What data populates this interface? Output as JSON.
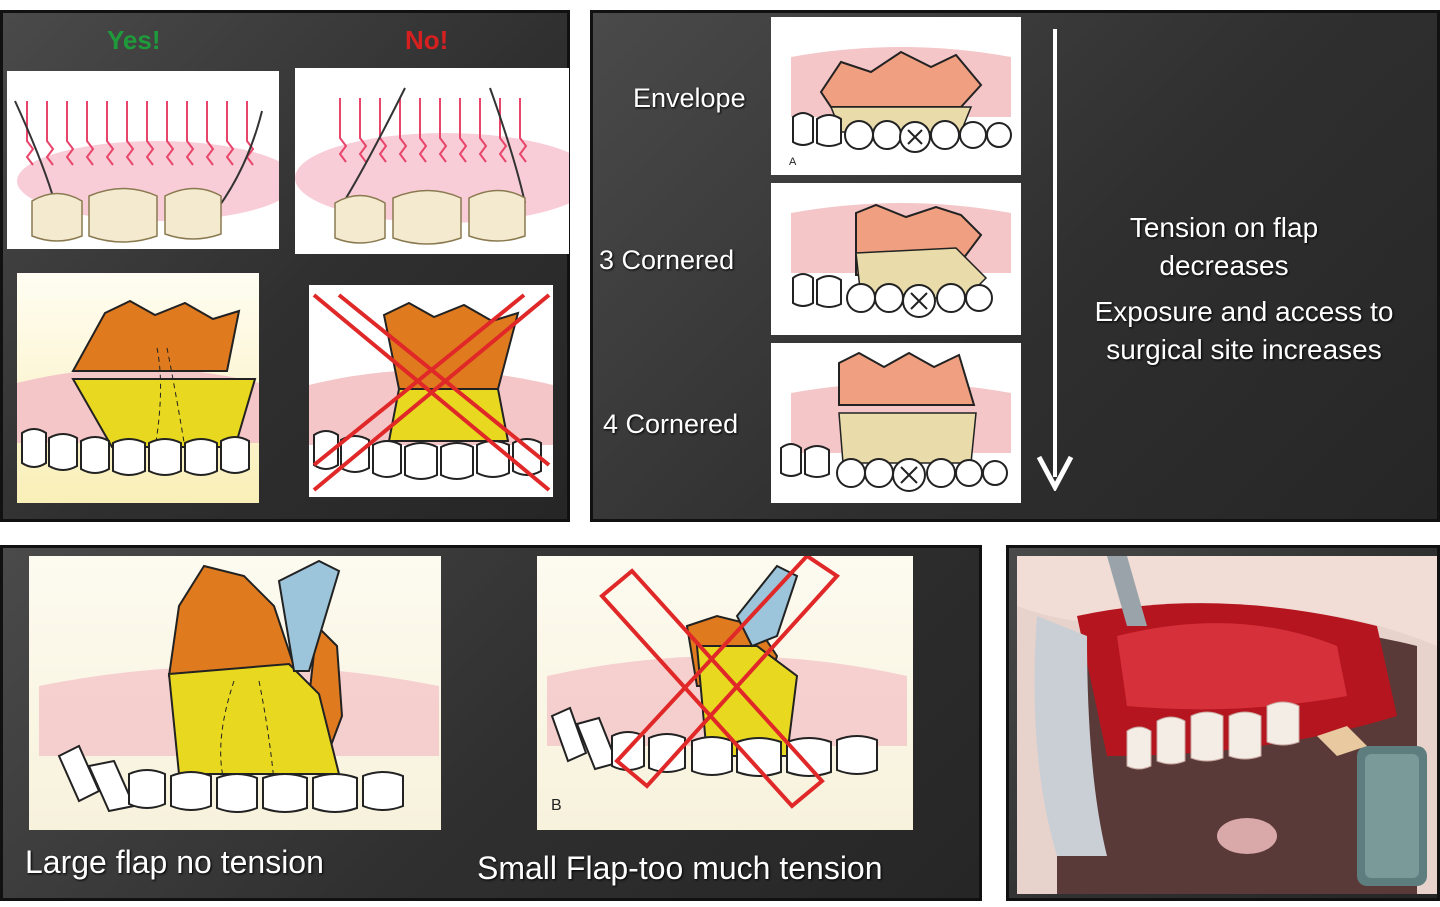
{
  "suture_panel": {
    "yes_label": "Yes!",
    "no_label": "No!"
  },
  "flap_types": {
    "items": [
      "Envelope",
      "3 Cornered",
      "4 Cornered"
    ],
    "figure_letter": "A",
    "tension_text": "Tension on flap decreases",
    "exposure_text": "Exposure and access to surgical site increases"
  },
  "flap_size": {
    "large_caption": "Large flap no tension",
    "small_caption": "Small Flap-too much tension",
    "figure_letter": "B"
  },
  "colors": {
    "yes": "#1f9a3a",
    "no": "#d62020",
    "flap_orange": "#e07a1e",
    "bone_yellow": "#e8d820",
    "gum_pink": "#f4c6c8",
    "cross_red": "#e02828"
  }
}
